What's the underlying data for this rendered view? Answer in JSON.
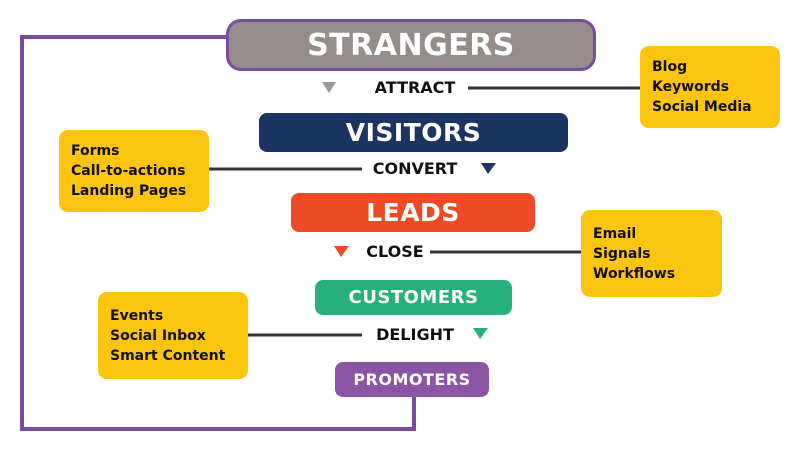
{
  "colors": {
    "loop": "#7b4b9e",
    "connector": "#333333",
    "tactic_box": "#fbc40e",
    "strangers_bg": "#958d8c",
    "strangers_border": "#7b4b9e",
    "visitors": "#1c3461",
    "leads": "#ee4a26",
    "customers": "#27b07c",
    "promoters": "#8b55a5",
    "attract_arrow": "#9a9a9a",
    "convert_arrow": "#1c3461",
    "close_arrow": "#ee4a26",
    "delight_arrow": "#27b07c"
  },
  "stages": {
    "strangers": "STRANGERS",
    "visitors": "VISITORS",
    "leads": "LEADS",
    "customers": "CUSTOMERS",
    "promoters": "PROMOTERS"
  },
  "actions": {
    "attract": "ATTRACT",
    "convert": "CONVERT",
    "close": "CLOSE",
    "delight": "DELIGHT"
  },
  "tactics": {
    "attract": [
      "Blog",
      "Keywords",
      "Social Media"
    ],
    "convert": [
      "Forms",
      "Call-to-actions",
      "Landing Pages"
    ],
    "close": [
      "Email",
      "Signals",
      "Workflows"
    ],
    "delight": [
      "Events",
      "Social Inbox",
      "Smart Content"
    ]
  }
}
